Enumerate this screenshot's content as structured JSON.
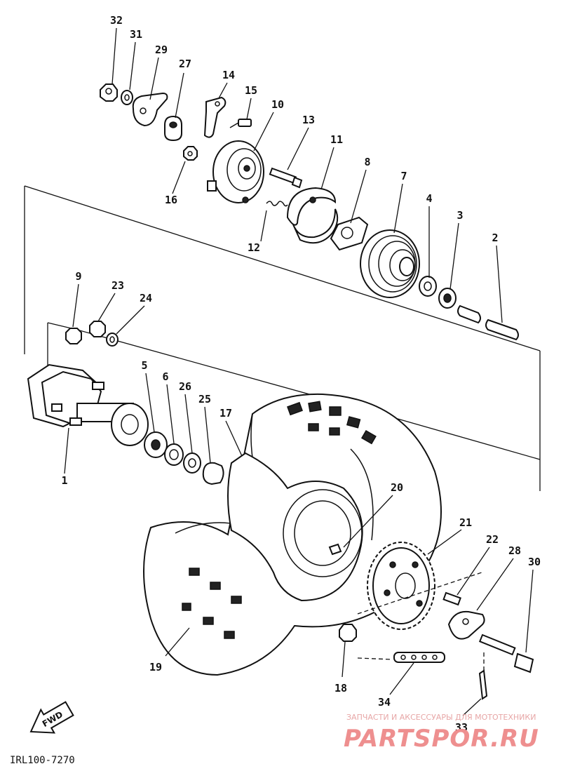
{
  "diagram": {
    "code": "IRL100-7270",
    "fwd_label": "FWD",
    "watermark": {
      "tagline": "ЗАПЧАСТИ И АКСЕССУАРЫ ДЛЯ МОТОТЕХНИКИ",
      "brand": "PARTSPOR.RU"
    },
    "callouts": {
      "c1": "1",
      "c2": "2",
      "c3": "3",
      "c4": "4",
      "c5": "5",
      "c6": "6",
      "c7": "7",
      "c8": "8",
      "c9": "9",
      "c10": "10",
      "c11": "11",
      "c12": "12",
      "c13": "13",
      "c14": "14",
      "c15": "15",
      "c16": "16",
      "c17": "17",
      "c18": "18",
      "c19": "19",
      "c20": "20",
      "c21": "21",
      "c22": "22",
      "c23": "23",
      "c24": "24",
      "c25": "25",
      "c26": "26",
      "c27": "27",
      "c28": "28",
      "c29": "29",
      "c30": "30",
      "c31": "31",
      "c32": "32",
      "c33": "33",
      "c34": "34"
    }
  }
}
